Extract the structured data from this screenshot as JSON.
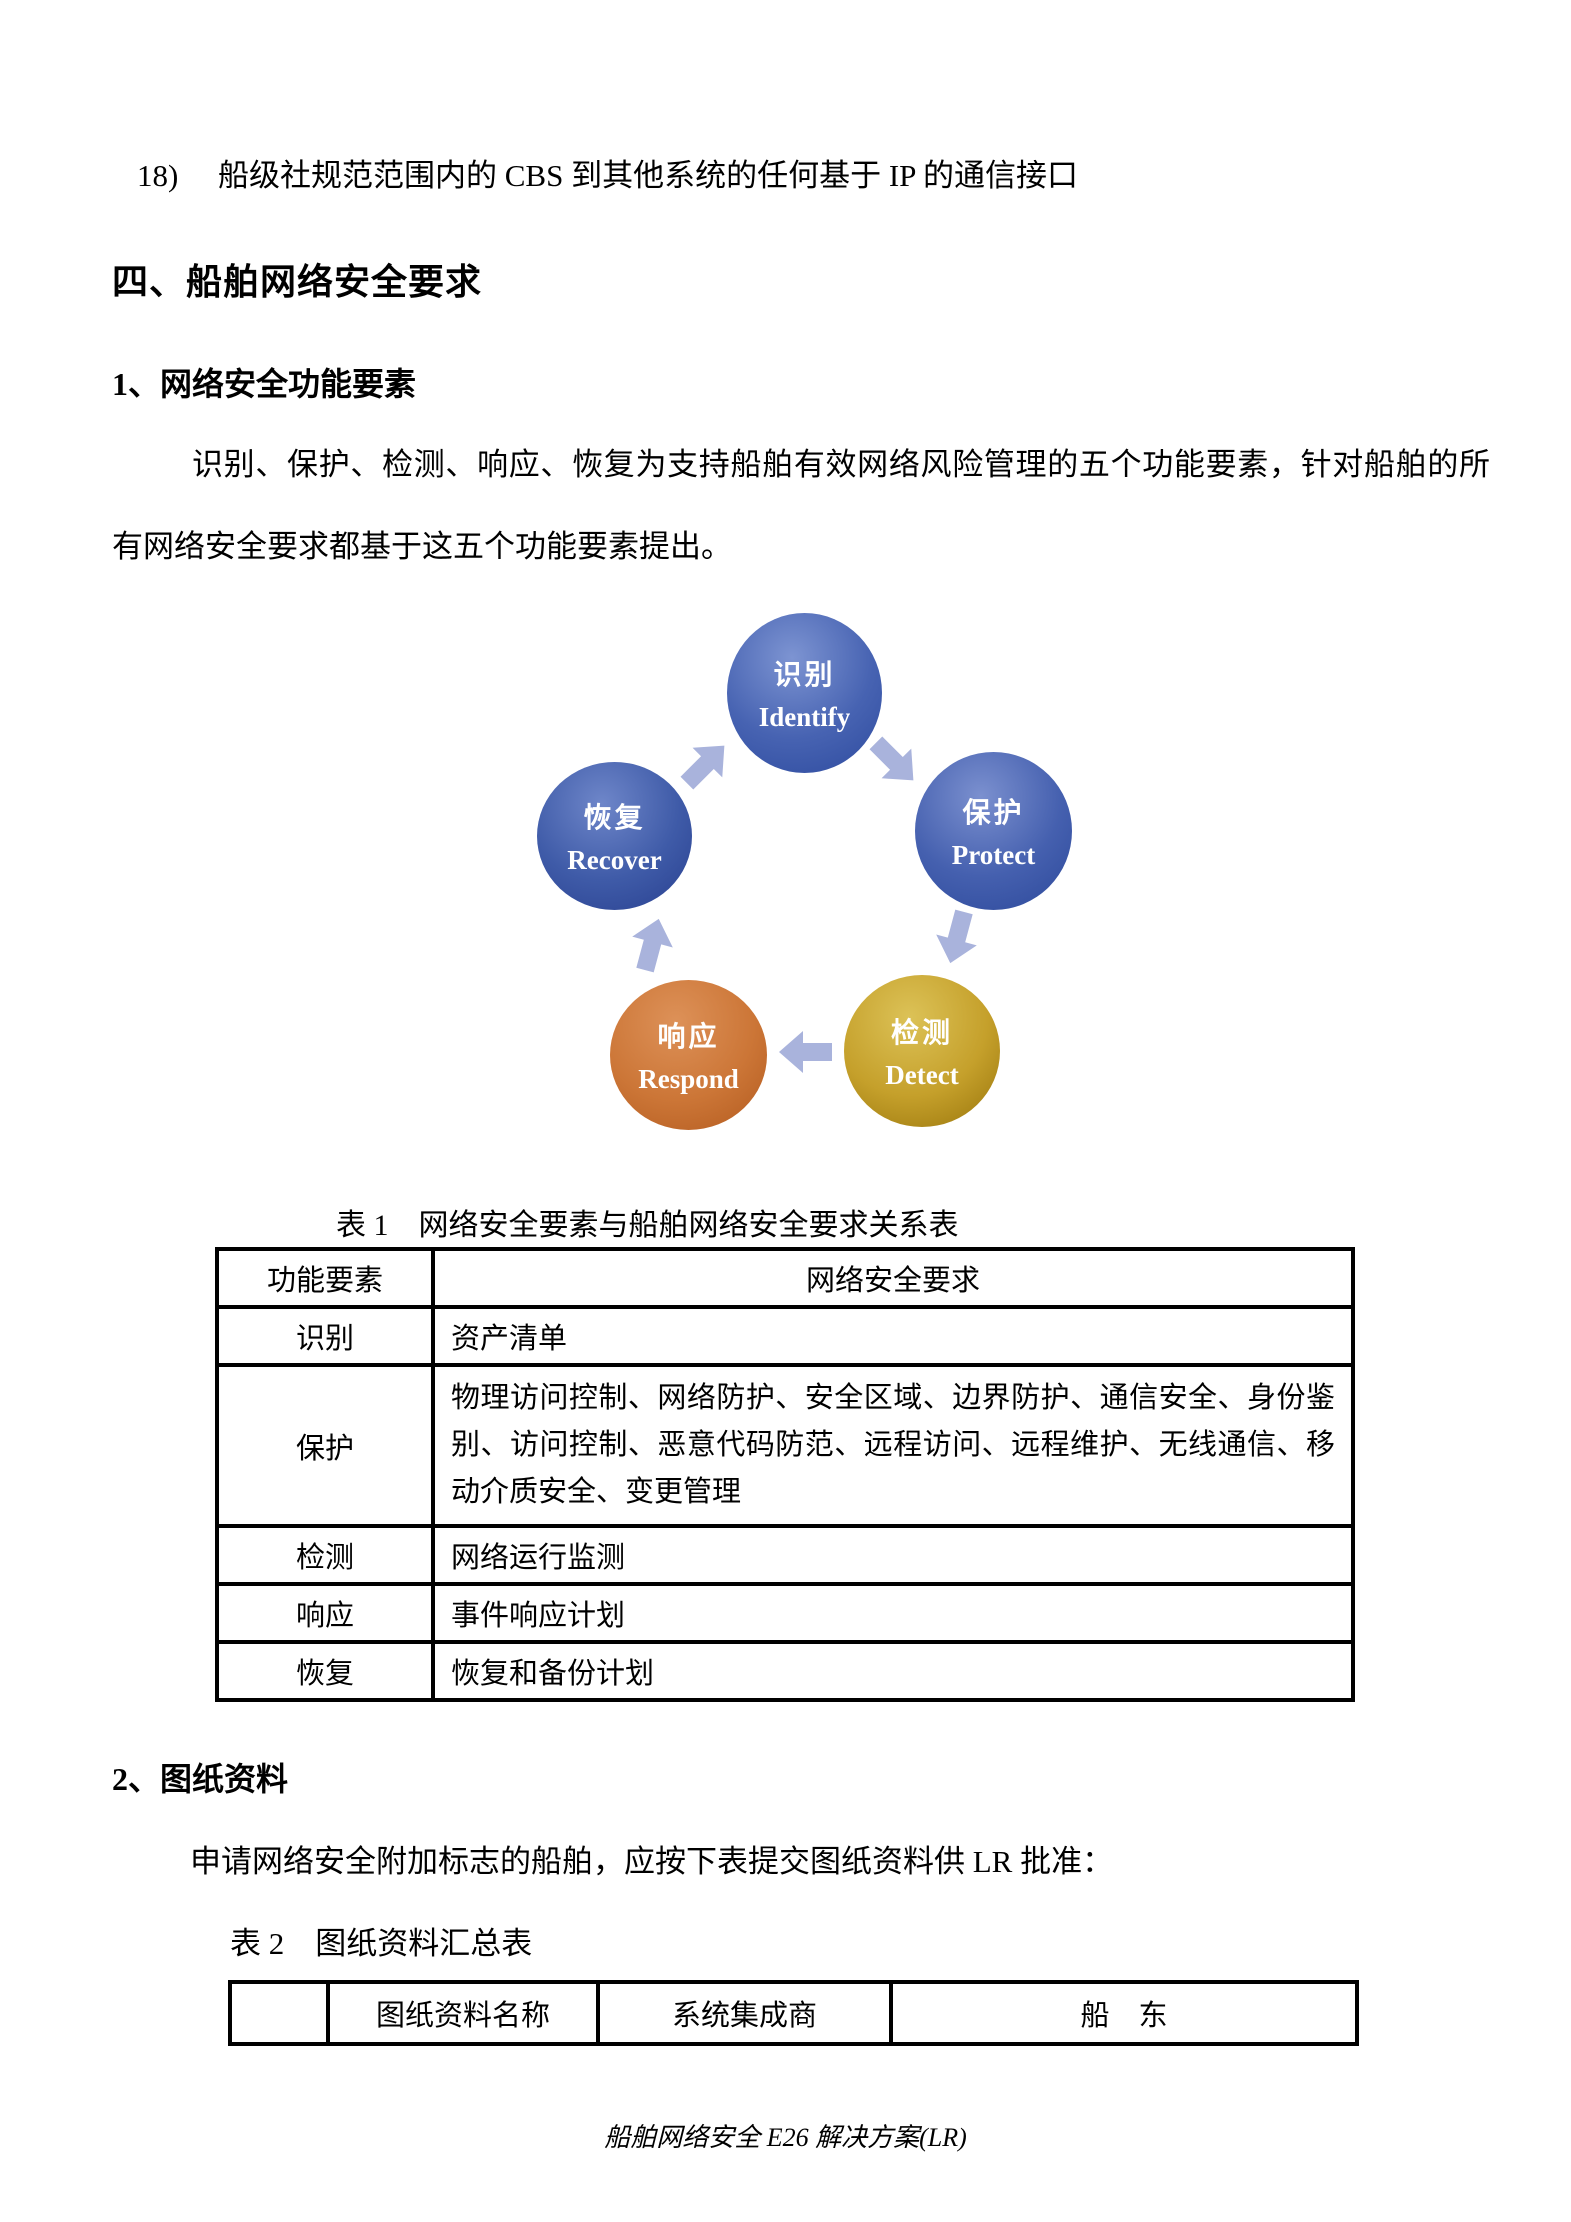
{
  "content": {
    "item18": {
      "marker": "18)",
      "text": "船级社规范范围内的 CBS 到其他系统的任何基于 IP 的通信接口"
    },
    "heading_section": "四、船舶网络安全要求",
    "heading_sub1": "1、网络安全功能要素",
    "paragraph1": "识别、保护、检测、响应、恢复为支持船舶有效网络风险管理的五个功能要素，针对船舶的所有网络安全要求都基于这五个功能要素提出。",
    "heading_sub2": "2、图纸资料",
    "paragraph2": "申请网络安全附加标志的船舶，应按下表提交图纸资料供 LR 批准：",
    "footer": "船舶网络安全 E26 解决方案(LR)"
  },
  "diagram": {
    "description": "five-element cybersecurity cycle",
    "arrow_color": "#a9b3dc",
    "nodes": [
      {
        "zh": "识别",
        "en": "Identify",
        "colors": [
          "#7d94d2",
          "#4763b2",
          "#2d4a9e"
        ]
      },
      {
        "zh": "保护",
        "en": "Protect",
        "colors": [
          "#7b90cf",
          "#4560af",
          "#2c489a"
        ]
      },
      {
        "zh": "检测",
        "en": "Detect",
        "colors": [
          "#dcc257",
          "#c5a02b",
          "#97730a"
        ]
      },
      {
        "zh": "响应",
        "en": "Respond",
        "colors": [
          "#dd9158",
          "#cc7637",
          "#b25a1e"
        ]
      },
      {
        "zh": "恢复",
        "en": "Recover",
        "colors": [
          "#6e86c9",
          "#3f5ba8",
          "#283f8f"
        ]
      }
    ]
  },
  "table1": {
    "caption": "表 1　网络安全要素与船舶网络安全要求关系表",
    "headers": [
      "功能要素",
      "网络安全要求"
    ],
    "rows": [
      [
        "识别",
        "资产清单"
      ],
      [
        "保护",
        "物理访问控制、网络防护、安全区域、边界防护、通信安全、身份鉴别、访问控制、恶意代码防范、远程访问、远程维护、无线通信、移动介质安全、变更管理"
      ],
      [
        "检测",
        "网络运行监测"
      ],
      [
        "响应",
        "事件响应计划"
      ],
      [
        "恢复",
        "恢复和备份计划"
      ]
    ]
  },
  "table2": {
    "caption": "表 2　图纸资料汇总表",
    "headers": [
      "",
      "图纸资料名称",
      "系统集成商",
      "船　东"
    ]
  }
}
